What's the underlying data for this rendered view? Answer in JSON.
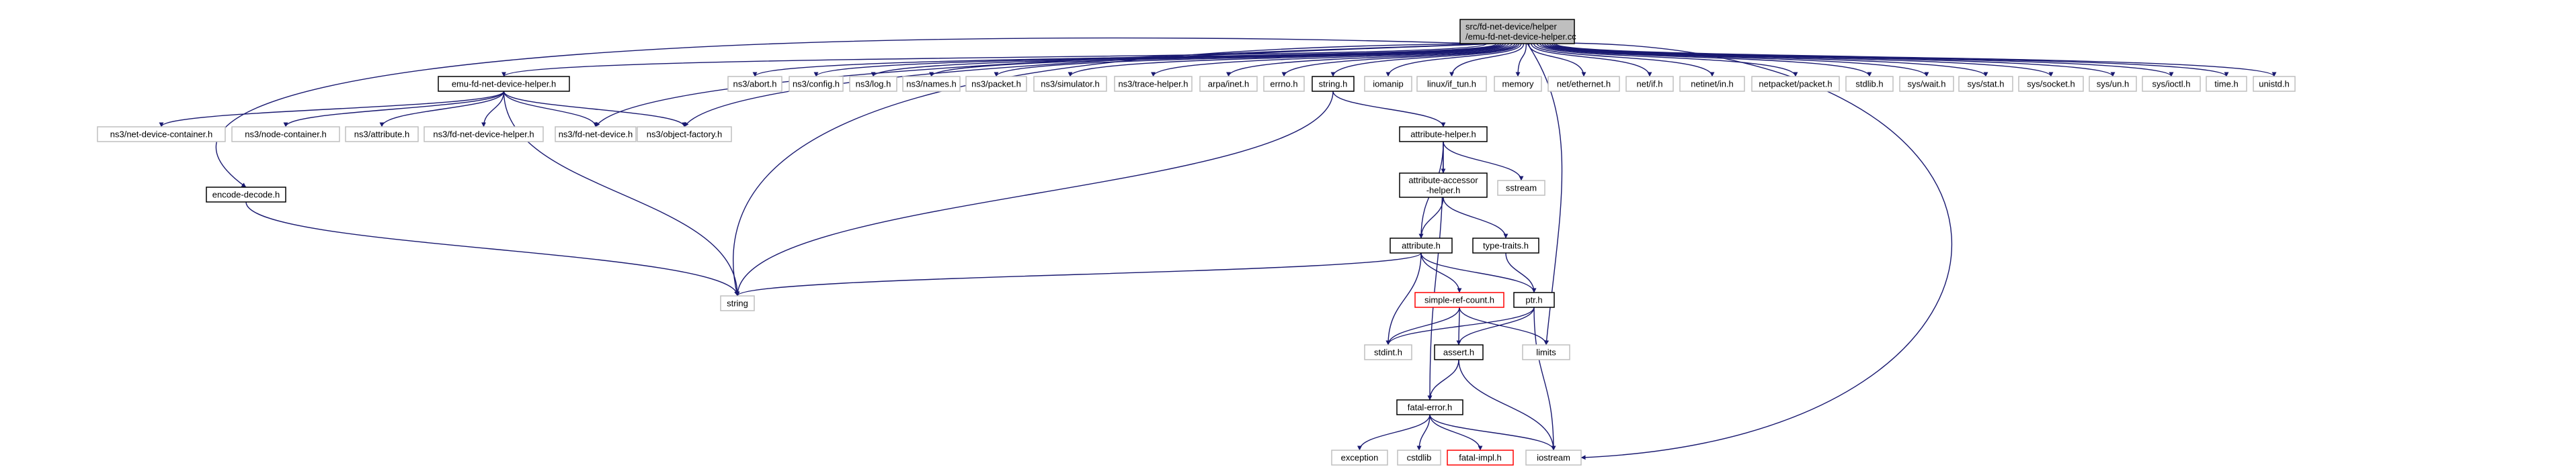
{
  "colors": {
    "edge": "#191970",
    "border_normal": "#000000",
    "border_external": "#bfbfbf",
    "border_missing": "#ff0000",
    "root_fill": "#bfbfbf",
    "fill": "#ffffff"
  },
  "nodes": [
    {
      "id": "root",
      "lines": [
        "src/fd-net-device/helper",
        "/emu-fd-net-device-helper.cc"
      ],
      "kind": "root"
    },
    {
      "id": "emuhelper",
      "lines": [
        "emu-fd-net-device-helper.h"
      ],
      "kind": "normal"
    },
    {
      "id": "abort",
      "lines": [
        "ns3/abort.h"
      ],
      "kind": "external"
    },
    {
      "id": "config",
      "lines": [
        "ns3/config.h"
      ],
      "kind": "external"
    },
    {
      "id": "log",
      "lines": [
        "ns3/log.h"
      ],
      "kind": "external"
    },
    {
      "id": "names",
      "lines": [
        "ns3/names.h"
      ],
      "kind": "external"
    },
    {
      "id": "packet",
      "lines": [
        "ns3/packet.h"
      ],
      "kind": "external"
    },
    {
      "id": "simulator",
      "lines": [
        "ns3/simulator.h"
      ],
      "kind": "external"
    },
    {
      "id": "tracehelper",
      "lines": [
        "ns3/trace-helper.h"
      ],
      "kind": "external"
    },
    {
      "id": "arpainet",
      "lines": [
        "arpa/inet.h"
      ],
      "kind": "external"
    },
    {
      "id": "errno",
      "lines": [
        "errno.h"
      ],
      "kind": "external"
    },
    {
      "id": "stringh",
      "lines": [
        "string.h"
      ],
      "kind": "normal"
    },
    {
      "id": "iomanip",
      "lines": [
        "iomanip"
      ],
      "kind": "external"
    },
    {
      "id": "iftun",
      "lines": [
        "linux/if_tun.h"
      ],
      "kind": "external"
    },
    {
      "id": "memory",
      "lines": [
        "memory"
      ],
      "kind": "external"
    },
    {
      "id": "ethernet",
      "lines": [
        "net/ethernet.h"
      ],
      "kind": "external"
    },
    {
      "id": "netif",
      "lines": [
        "net/if.h"
      ],
      "kind": "external"
    },
    {
      "id": "netinetin",
      "lines": [
        "netinet/in.h"
      ],
      "kind": "external"
    },
    {
      "id": "netpacket",
      "lines": [
        "netpacket/packet.h"
      ],
      "kind": "external"
    },
    {
      "id": "stdlibh",
      "lines": [
        "stdlib.h"
      ],
      "kind": "external"
    },
    {
      "id": "syswait",
      "lines": [
        "sys/wait.h"
      ],
      "kind": "external"
    },
    {
      "id": "sysstat",
      "lines": [
        "sys/stat.h"
      ],
      "kind": "external"
    },
    {
      "id": "syssocket",
      "lines": [
        "sys/socket.h"
      ],
      "kind": "external"
    },
    {
      "id": "sysun",
      "lines": [
        "sys/un.h"
      ],
      "kind": "external"
    },
    {
      "id": "sysioctl",
      "lines": [
        "sys/ioctl.h"
      ],
      "kind": "external"
    },
    {
      "id": "timeh",
      "lines": [
        "time.h"
      ],
      "kind": "external"
    },
    {
      "id": "unistd",
      "lines": [
        "unistd.h"
      ],
      "kind": "external"
    },
    {
      "id": "netdevcont",
      "lines": [
        "ns3/net-device-container.h"
      ],
      "kind": "external"
    },
    {
      "id": "nodecont",
      "lines": [
        "ns3/node-container.h"
      ],
      "kind": "external"
    },
    {
      "id": "attr3",
      "lines": [
        "ns3/attribute.h"
      ],
      "kind": "external"
    },
    {
      "id": "fdhelper",
      "lines": [
        "ns3/fd-net-device-helper.h"
      ],
      "kind": "external"
    },
    {
      "id": "fdnetdev",
      "lines": [
        "ns3/fd-net-device.h"
      ],
      "kind": "external"
    },
    {
      "id": "objfactory",
      "lines": [
        "ns3/object-factory.h"
      ],
      "kind": "external"
    },
    {
      "id": "encode",
      "lines": [
        "encode-decode.h"
      ],
      "kind": "normal"
    },
    {
      "id": "string",
      "lines": [
        "string"
      ],
      "kind": "external"
    },
    {
      "id": "attrhelper",
      "lines": [
        "attribute-helper.h"
      ],
      "kind": "normal"
    },
    {
      "id": "accessor",
      "lines": [
        "attribute-accessor",
        "-helper.h"
      ],
      "kind": "normal"
    },
    {
      "id": "sstream",
      "lines": [
        "sstream"
      ],
      "kind": "external"
    },
    {
      "id": "attributeh",
      "lines": [
        "attribute.h"
      ],
      "kind": "normal"
    },
    {
      "id": "typetraits",
      "lines": [
        "type-traits.h"
      ],
      "kind": "normal"
    },
    {
      "id": "simplerc",
      "lines": [
        "simple-ref-count.h"
      ],
      "kind": "missing"
    },
    {
      "id": "ptrh",
      "lines": [
        "ptr.h"
      ],
      "kind": "normal"
    },
    {
      "id": "stdint",
      "lines": [
        "stdint.h"
      ],
      "kind": "external"
    },
    {
      "id": "asserth",
      "lines": [
        "assert.h"
      ],
      "kind": "normal"
    },
    {
      "id": "limits",
      "lines": [
        "limits"
      ],
      "kind": "external"
    },
    {
      "id": "fatalerror",
      "lines": [
        "fatal-error.h"
      ],
      "kind": "normal"
    },
    {
      "id": "exception",
      "lines": [
        "exception"
      ],
      "kind": "external"
    },
    {
      "id": "cstdlib",
      "lines": [
        "cstdlib"
      ],
      "kind": "external"
    },
    {
      "id": "fatalimpl",
      "lines": [
        "fatal-impl.h"
      ],
      "kind": "missing"
    },
    {
      "id": "iostream",
      "lines": [
        "iostream"
      ],
      "kind": "external"
    }
  ],
  "edges": [
    [
      "root",
      "emuhelper"
    ],
    [
      "root",
      "abort"
    ],
    [
      "root",
      "config"
    ],
    [
      "root",
      "log"
    ],
    [
      "root",
      "names"
    ],
    [
      "root",
      "packet"
    ],
    [
      "root",
      "simulator"
    ],
    [
      "root",
      "tracehelper"
    ],
    [
      "root",
      "arpainet"
    ],
    [
      "root",
      "errno"
    ],
    [
      "root",
      "stringh"
    ],
    [
      "root",
      "iomanip"
    ],
    [
      "root",
      "iftun"
    ],
    [
      "root",
      "memory"
    ],
    [
      "root",
      "ethernet"
    ],
    [
      "root",
      "netif"
    ],
    [
      "root",
      "netinetin"
    ],
    [
      "root",
      "netpacket"
    ],
    [
      "root",
      "stdlibh"
    ],
    [
      "root",
      "syswait"
    ],
    [
      "root",
      "sysstat"
    ],
    [
      "root",
      "syssocket"
    ],
    [
      "root",
      "sysun"
    ],
    [
      "root",
      "sysioctl"
    ],
    [
      "root",
      "timeh"
    ],
    [
      "root",
      "unistd"
    ],
    [
      "root",
      "encode"
    ],
    [
      "root",
      "fdnetdev"
    ],
    [
      "root",
      "objfactory"
    ],
    [
      "root",
      "string"
    ],
    [
      "root",
      "limits"
    ],
    [
      "root",
      "iostream"
    ],
    [
      "emuhelper",
      "netdevcont"
    ],
    [
      "emuhelper",
      "nodecont"
    ],
    [
      "emuhelper",
      "attr3"
    ],
    [
      "emuhelper",
      "fdhelper"
    ],
    [
      "emuhelper",
      "fdnetdev"
    ],
    [
      "emuhelper",
      "objfactory"
    ],
    [
      "emuhelper",
      "string"
    ],
    [
      "encode",
      "string"
    ],
    [
      "stringh",
      "attrhelper"
    ],
    [
      "stringh",
      "string"
    ],
    [
      "attrhelper",
      "accessor"
    ],
    [
      "attrhelper",
      "sstream"
    ],
    [
      "attrhelper",
      "attributeh"
    ],
    [
      "attrhelper",
      "fatalerror"
    ],
    [
      "accessor",
      "attributeh"
    ],
    [
      "accessor",
      "typetraits"
    ],
    [
      "typetraits",
      "ptrh"
    ],
    [
      "attributeh",
      "string"
    ],
    [
      "attributeh",
      "simplerc"
    ],
    [
      "attributeh",
      "ptrh"
    ],
    [
      "attributeh",
      "stdint"
    ],
    [
      "simplerc",
      "stdint"
    ],
    [
      "simplerc",
      "asserth"
    ],
    [
      "simplerc",
      "limits"
    ],
    [
      "ptrh",
      "stdint"
    ],
    [
      "ptrh",
      "asserth"
    ],
    [
      "ptrh",
      "iostream"
    ],
    [
      "asserth",
      "fatalerror"
    ],
    [
      "asserth",
      "iostream"
    ],
    [
      "fatalerror",
      "exception"
    ],
    [
      "fatalerror",
      "cstdlib"
    ],
    [
      "fatalerror",
      "fatalimpl"
    ],
    [
      "fatalerror",
      "iostream"
    ]
  ]
}
